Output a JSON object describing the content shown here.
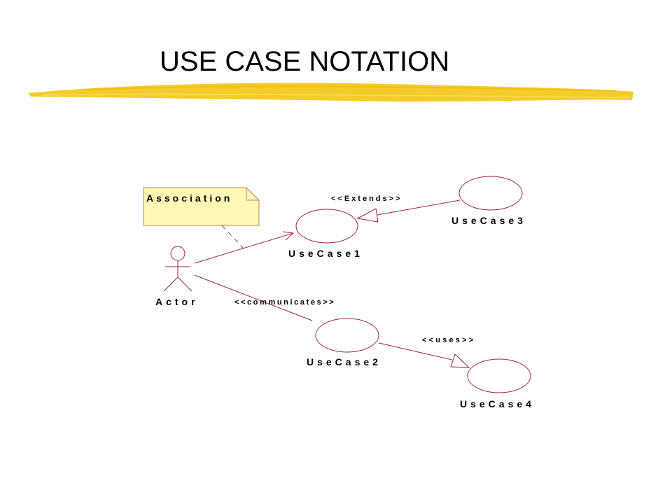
{
  "title": "USE CASE NOTATION",
  "colors": {
    "accent_stroke": "#F2C400",
    "line": "#A02040",
    "note_fill": "#FFF7B4",
    "note_stroke": "#C08060"
  },
  "diagram": {
    "note": "Association",
    "actor": "Actor",
    "use_case_1": "UseCase1",
    "use_case_2": "UseCase2",
    "use_case_3": "UseCase3",
    "use_case_4": "UseCase4",
    "extends": "<<Extends>>",
    "communicates": "<<communicates>>",
    "uses": "<<uses>>"
  }
}
